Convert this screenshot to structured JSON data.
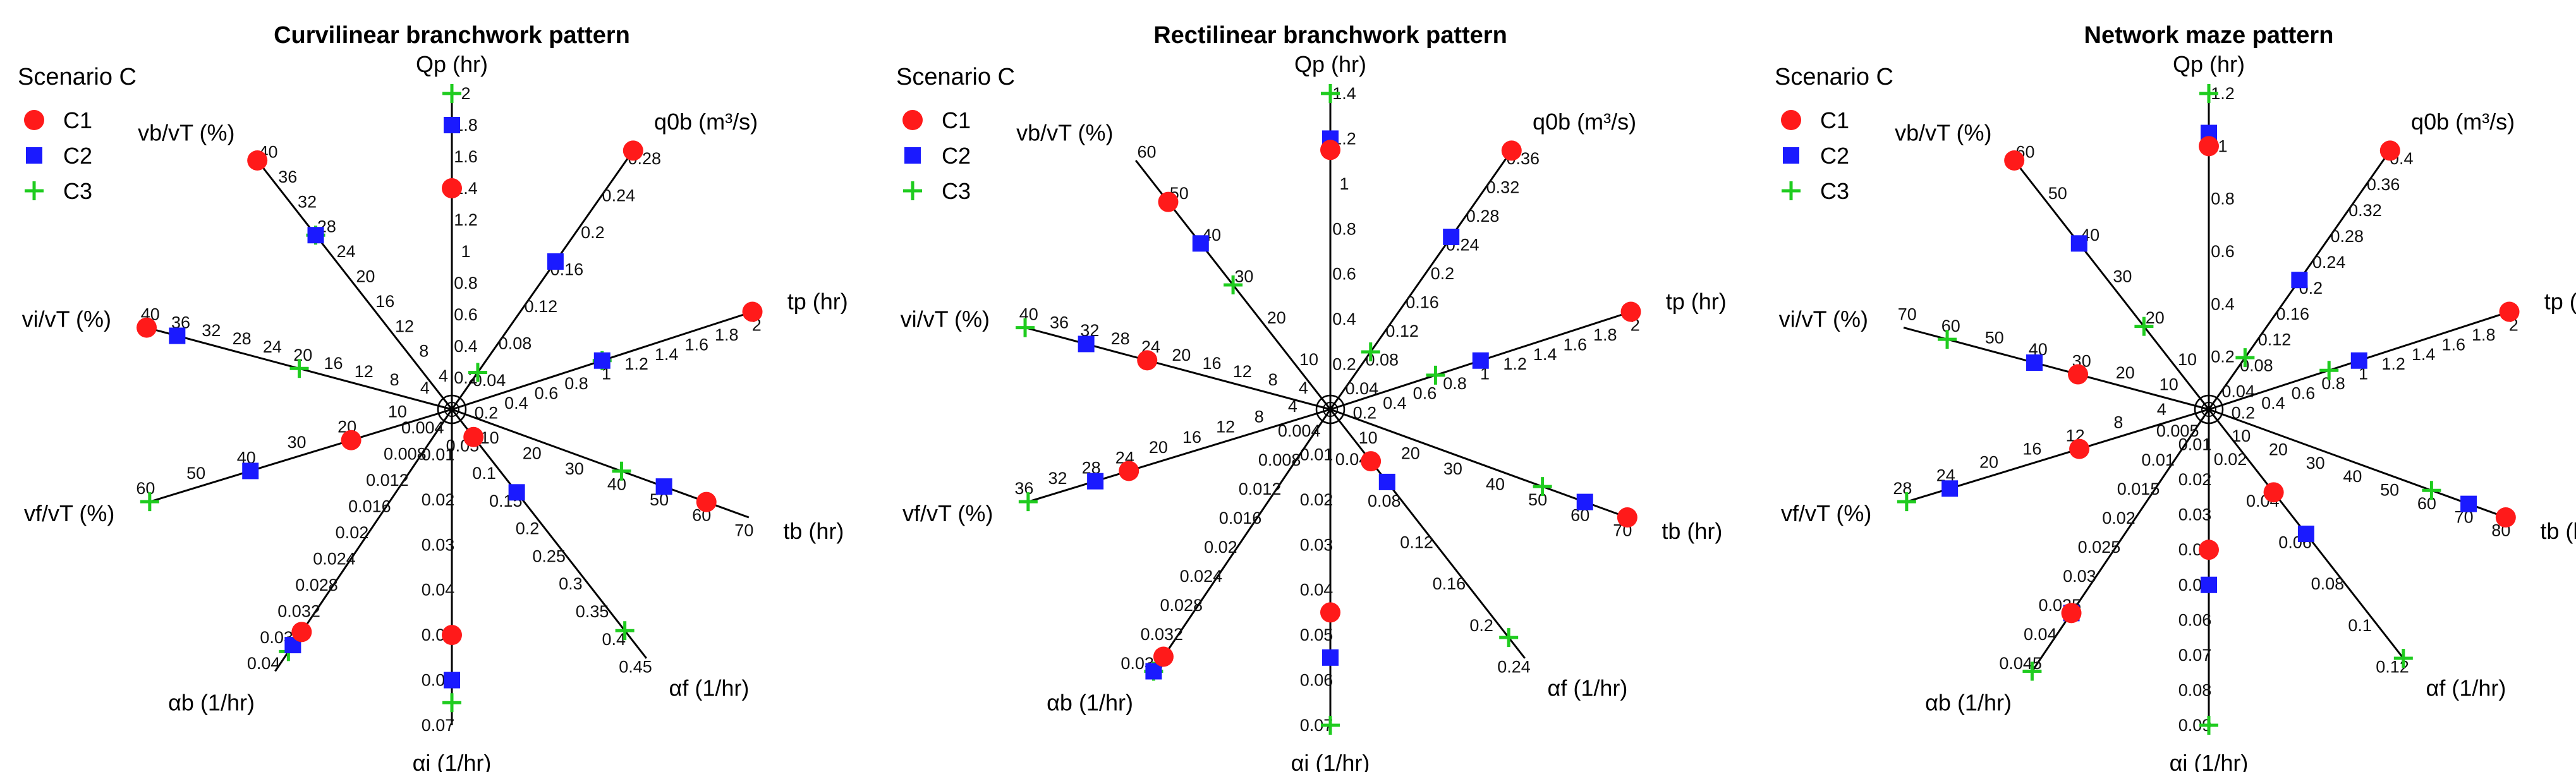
{
  "colors": {
    "C1": "#ff1a1a",
    "C2": "#1a1aff",
    "C3": "#1fcc1f",
    "axis": "#000000"
  },
  "chart_data": [
    {
      "type": "radar",
      "title": "Curvilinear branchwork pattern",
      "legend": {
        "title": "Scenario C",
        "entries": [
          "C1",
          "C2",
          "C3"
        ],
        "placement": "top-left"
      },
      "axes": [
        {
          "id": "Qp",
          "label": "Qp (hr)",
          "angle": 90,
          "max": 2,
          "ticks": [
            "0.2",
            "0.4",
            "0.6",
            "0.8",
            "1",
            "1.2",
            "1.4",
            "1.6",
            "1.8",
            "2"
          ],
          "values": {
            "C1": 1.4,
            "C2": 1.8,
            "C3": 2
          }
        },
        {
          "id": "q0b",
          "label": "q0b (m³/s)",
          "angle": 55,
          "max": 0.28,
          "ticks": [
            "0.04",
            "0.08",
            "0.12",
            "0.16",
            "0.2",
            "0.24",
            "0.28"
          ],
          "values": {
            "C1": 0.28,
            "C2": 0.16,
            "C3": 0.04
          }
        },
        {
          "id": "tp",
          "label": "tp (hr)",
          "angle": 18,
          "max": 2,
          "ticks": [
            "0.2",
            "0.4",
            "0.6",
            "0.8",
            "1",
            "1.2",
            "1.4",
            "1.6",
            "1.8",
            "2"
          ],
          "values": {
            "C1": 2,
            "C2": 1,
            "C3": 1
          }
        },
        {
          "id": "tb",
          "label": "tb (hr)",
          "angle": -20,
          "max": 70,
          "ticks": [
            "10",
            "20",
            "30",
            "40",
            "50",
            "60",
            "70"
          ],
          "values": {
            "C1": 60,
            "C2": 50,
            "C3": 40
          }
        },
        {
          "id": "af",
          "label": "αf (1/hr)",
          "angle": -52,
          "max": 0.45,
          "ticks": [
            "0.05",
            "0.1",
            "0.15",
            "0.2",
            "0.25",
            "0.3",
            "0.35",
            "0.4",
            "0.45"
          ],
          "values": {
            "C1": 0.05,
            "C2": 0.15,
            "C3": 0.4
          }
        },
        {
          "id": "ai",
          "label": "αi (1/hr)",
          "angle": -90,
          "max": 0.07,
          "ticks": [
            "0.01",
            "0.02",
            "0.03",
            "0.04",
            "0.05",
            "0.06",
            "0.07"
          ],
          "values": {
            "C1": 0.05,
            "C2": 0.06,
            "C3": 0.065
          }
        },
        {
          "id": "ab",
          "label": "αb (1/hr)",
          "angle": -124,
          "max": 0.04,
          "ticks": [
            "0.004",
            "0.008",
            "0.012",
            "0.016",
            "0.02",
            "0.024",
            "0.028",
            "0.032",
            "0.036",
            "0.04"
          ],
          "values": {
            "C1": 0.034,
            "C2": 0.036,
            "C3": 0.037
          }
        },
        {
          "id": "vf",
          "label": "vf/vT (%)",
          "angle": -163,
          "max": 60,
          "ticks": [
            "10",
            "20",
            "30",
            "40",
            "50",
            "60"
          ],
          "values": {
            "C1": 20,
            "C2": 40,
            "C3": 60
          }
        },
        {
          "id": "vi",
          "label": "vi/vT (%)",
          "angle": 165,
          "max": 40,
          "ticks": [
            "4",
            "8",
            "12",
            "16",
            "20",
            "24",
            "28",
            "32",
            "36",
            "40"
          ],
          "values": {
            "C1": 40,
            "C2": 36,
            "C3": 20
          }
        },
        {
          "id": "vb",
          "label": "vb/vT (%)",
          "angle": 128,
          "max": 40,
          "ticks": [
            "4",
            "8",
            "12",
            "16",
            "20",
            "24",
            "28",
            "32",
            "36",
            "40"
          ],
          "values": {
            "C1": 40,
            "C2": 28,
            "C3": 28
          }
        }
      ]
    },
    {
      "type": "radar",
      "title": "Rectilinear branchwork pattern",
      "legend": {
        "title": "Scenario C",
        "entries": [
          "C1",
          "C2",
          "C3"
        ],
        "placement": "top-left"
      },
      "axes": [
        {
          "id": "Qp",
          "label": "Qp (hr)",
          "angle": 90,
          "max": 1.4,
          "ticks": [
            "0.2",
            "0.4",
            "0.6",
            "0.8",
            "1",
            "1.2",
            "1.4"
          ],
          "values": {
            "C1": 1.15,
            "C2": 1.2,
            "C3": 1.4
          }
        },
        {
          "id": "q0b",
          "label": "q0b (m³/s)",
          "angle": 55,
          "max": 0.36,
          "ticks": [
            "0.04",
            "0.08",
            "0.12",
            "0.16",
            "0.2",
            "0.24",
            "0.28",
            "0.32",
            "0.36"
          ],
          "values": {
            "C1": 0.36,
            "C2": 0.24,
            "C3": 0.08
          }
        },
        {
          "id": "tp",
          "label": "tp (hr)",
          "angle": 18,
          "max": 2,
          "ticks": [
            "0.2",
            "0.4",
            "0.6",
            "0.8",
            "1",
            "1.2",
            "1.4",
            "1.6",
            "1.8",
            "2"
          ],
          "values": {
            "C1": 2,
            "C2": 1,
            "C3": 0.7
          }
        },
        {
          "id": "tb",
          "label": "tb (hr)",
          "angle": -20,
          "max": 70,
          "ticks": [
            "10",
            "20",
            "30",
            "40",
            "50",
            "60",
            "70"
          ],
          "values": {
            "C1": 70,
            "C2": 60,
            "C3": 50
          }
        },
        {
          "id": "af",
          "label": "αf (1/hr)",
          "angle": -52,
          "max": 0.24,
          "ticks": [
            "0.04",
            "0.08",
            "0.12",
            "0.16",
            "0.2",
            "0.24"
          ],
          "values": {
            "C1": 0.05,
            "C2": 0.07,
            "C3": 0.22
          }
        },
        {
          "id": "ai",
          "label": "αi (1/hr)",
          "angle": -90,
          "max": 0.07,
          "ticks": [
            "0.01",
            "0.02",
            "0.03",
            "0.04",
            "0.05",
            "0.06",
            "0.07"
          ],
          "values": {
            "C1": 0.045,
            "C2": 0.055,
            "C3": 0.07
          }
        },
        {
          "id": "ab",
          "label": "αb (1/hr)",
          "angle": -124,
          "max": 0.036,
          "ticks": [
            "0.004",
            "0.008",
            "0.012",
            "0.016",
            "0.02",
            "0.024",
            "0.028",
            "0.032",
            "0.036"
          ],
          "values": {
            "C1": 0.034,
            "C2": 0.036,
            "C3": 0.036
          }
        },
        {
          "id": "vf",
          "label": "vf/vT (%)",
          "angle": -163,
          "max": 36,
          "ticks": [
            "4",
            "8",
            "12",
            "16",
            "20",
            "24",
            "28",
            "32",
            "36"
          ],
          "values": {
            "C1": 24,
            "C2": 28,
            "C3": 36
          }
        },
        {
          "id": "vi",
          "label": "vi/vT (%)",
          "angle": 165,
          "max": 40,
          "ticks": [
            "4",
            "8",
            "12",
            "16",
            "20",
            "24",
            "28",
            "32",
            "36",
            "40"
          ],
          "values": {
            "C1": 24,
            "C2": 32,
            "C3": 40
          }
        },
        {
          "id": "vb",
          "label": "vb/vT (%)",
          "angle": 128,
          "max": 60,
          "ticks": [
            "10",
            "20",
            "30",
            "40",
            "50",
            "60"
          ],
          "values": {
            "C1": 50,
            "C2": 40,
            "C3": 30
          }
        }
      ]
    },
    {
      "type": "radar",
      "title": "Network maze pattern",
      "legend": {
        "title": "Scenario C",
        "entries": [
          "C1",
          "C2",
          "C3"
        ],
        "placement": "top-left"
      },
      "axes": [
        {
          "id": "Qp",
          "label": "Qp (hr)",
          "angle": 90,
          "max": 1.2,
          "ticks": [
            "0.2",
            "0.4",
            "0.6",
            "0.8",
            "1",
            "1.2"
          ],
          "values": {
            "C1": 1.0,
            "C2": 1.05,
            "C3": 1.2
          }
        },
        {
          "id": "q0b",
          "label": "q0b (m³/s)",
          "angle": 55,
          "max": 0.4,
          "ticks": [
            "0.04",
            "0.08",
            "0.12",
            "0.16",
            "0.2",
            "0.24",
            "0.28",
            "0.32",
            "0.36",
            "0.4"
          ],
          "values": {
            "C1": 0.4,
            "C2": 0.2,
            "C3": 0.08
          }
        },
        {
          "id": "tp",
          "label": "tp (hr)",
          "angle": 18,
          "max": 2,
          "ticks": [
            "0.2",
            "0.4",
            "0.6",
            "0.8",
            "1",
            "1.2",
            "1.4",
            "1.6",
            "1.8",
            "2"
          ],
          "values": {
            "C1": 2,
            "C2": 1,
            "C3": 0.8
          }
        },
        {
          "id": "tb",
          "label": "tb (hr)",
          "angle": -20,
          "max": 80,
          "ticks": [
            "10",
            "20",
            "30",
            "40",
            "50",
            "60",
            "70",
            "80"
          ],
          "values": {
            "C1": 80,
            "C2": 70,
            "C3": 60
          }
        },
        {
          "id": "af",
          "label": "αf (1/hr)",
          "angle": -52,
          "max": 0.12,
          "ticks": [
            "0.02",
            "0.04",
            "0.06",
            "0.08",
            "0.1",
            "0.12"
          ],
          "values": {
            "C1": 0.04,
            "C2": 0.06,
            "C3": 0.12
          }
        },
        {
          "id": "ai",
          "label": "αi (1/hr)",
          "angle": -90,
          "max": 0.09,
          "ticks": [
            "0.01",
            "0.02",
            "0.03",
            "0.04",
            "0.05",
            "0.06",
            "0.07",
            "0.08",
            "0.09"
          ],
          "values": {
            "C1": 0.04,
            "C2": 0.05,
            "C3": 0.09
          }
        },
        {
          "id": "ab",
          "label": "αb (1/hr)",
          "angle": -124,
          "max": 0.045,
          "ticks": [
            "0.005",
            "0.01",
            "0.015",
            "0.02",
            "0.025",
            "0.03",
            "0.035",
            "0.04",
            "0.045"
          ],
          "values": {
            "C1": 0.035,
            "C2": 0.035,
            "C3": 0.045
          }
        },
        {
          "id": "vf",
          "label": "vf/vT (%)",
          "angle": -163,
          "max": 28,
          "ticks": [
            "4",
            "8",
            "12",
            "16",
            "20",
            "24",
            "28"
          ],
          "values": {
            "C1": 12,
            "C2": 24,
            "C3": 28
          }
        },
        {
          "id": "vi",
          "label": "vi/vT (%)",
          "angle": 165,
          "max": 70,
          "ticks": [
            "10",
            "20",
            "30",
            "40",
            "50",
            "60",
            "70"
          ],
          "values": {
            "C1": 30,
            "C2": 40,
            "C3": 60
          }
        },
        {
          "id": "vb",
          "label": "vb/vT (%)",
          "angle": 128,
          "max": 60,
          "ticks": [
            "10",
            "20",
            "30",
            "40",
            "50",
            "60"
          ],
          "values": {
            "C1": 60,
            "C2": 40,
            "C3": 20
          }
        }
      ]
    }
  ]
}
